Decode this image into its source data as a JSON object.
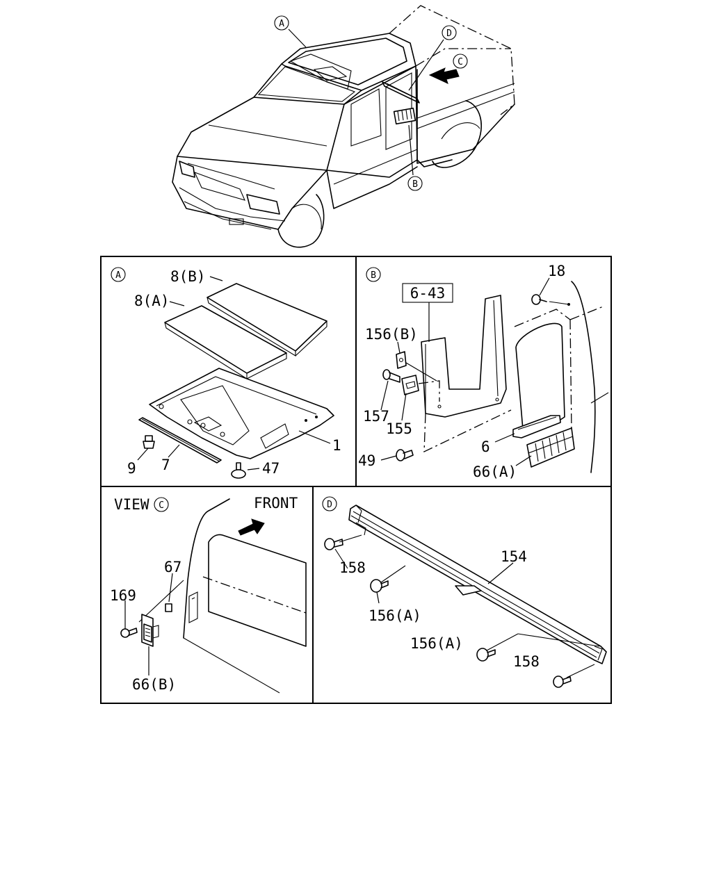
{
  "overview": {
    "callouts": {
      "a": "A",
      "b": "B",
      "c": "C",
      "d": "D"
    }
  },
  "panel_a": {
    "marker": "A",
    "labels": {
      "p8b": "8(B)",
      "p8a": "8(A)",
      "p1": "1",
      "p9": "9",
      "p7": "7",
      "p47": "47"
    }
  },
  "panel_b": {
    "marker": "B",
    "ref_box": "6-43",
    "labels": {
      "p18": "18",
      "p156b": "156(B)",
      "p157": "157",
      "p155": "155",
      "p6": "6",
      "p49": "49",
      "p66a": "66(A)"
    }
  },
  "panel_c": {
    "view_text": "VIEW",
    "marker": "C",
    "front_text": "FRONT",
    "labels": {
      "p67": "67",
      "p169": "169",
      "p66b": "66(B)"
    }
  },
  "panel_d": {
    "marker": "D",
    "labels": {
      "p154": "154",
      "p158_top": "158",
      "p156a_top": "156(A)",
      "p156a_bottom": "156(A)",
      "p158_bottom": "158"
    }
  }
}
